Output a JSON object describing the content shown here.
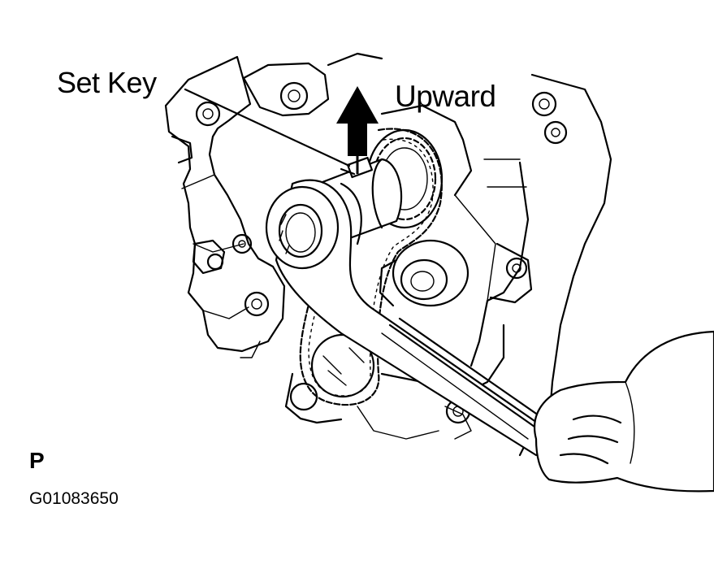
{
  "labels": {
    "set_key": "Set Key",
    "upward": "Upward",
    "view_marker": "P",
    "figure_code": "G01083650"
  },
  "colors": {
    "ink": "#000000",
    "paper": "#ffffff"
  },
  "icons": {
    "direction_arrow": "upward-arrow-icon"
  }
}
